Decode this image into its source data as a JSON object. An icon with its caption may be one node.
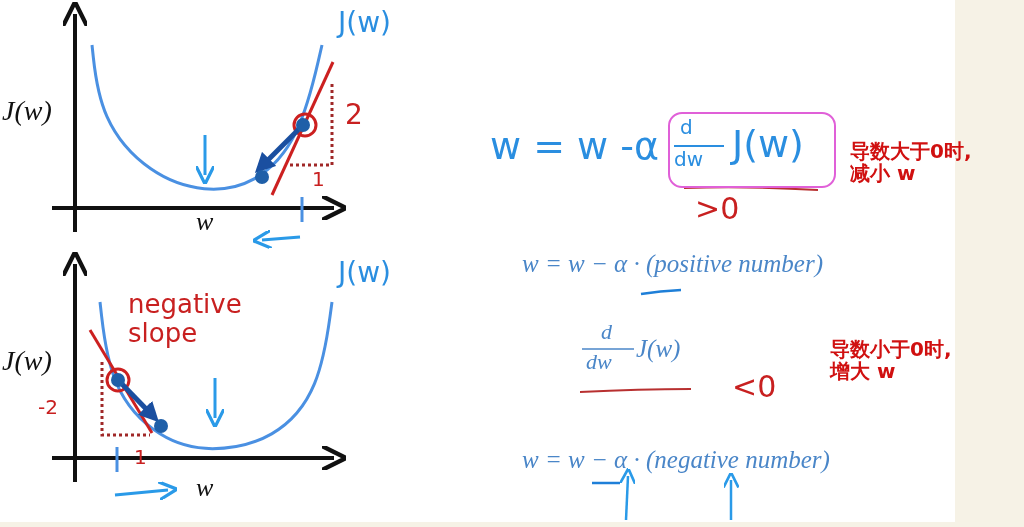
{
  "diagram": {
    "nodes": [
      {
        "text": [
          "d",
          "dw",
          "J(w)"
        ]
      }
    ],
    "labels": [
      "J(w)",
      "J(w)",
      "2",
      "1",
      "w",
      "w = w -α",
      ">0",
      "导数大于0时,减小 w",
      "w = w − α · (positive number)",
      "J(w)",
      "negative slope",
      "J(w)",
      "-2",
      "1",
      "w",
      "d",
      "dw",
      "J(w)",
      "<0",
      "导数小于0时,增大 w",
      "w = w − α · (negative number)"
    ]
  }
}
